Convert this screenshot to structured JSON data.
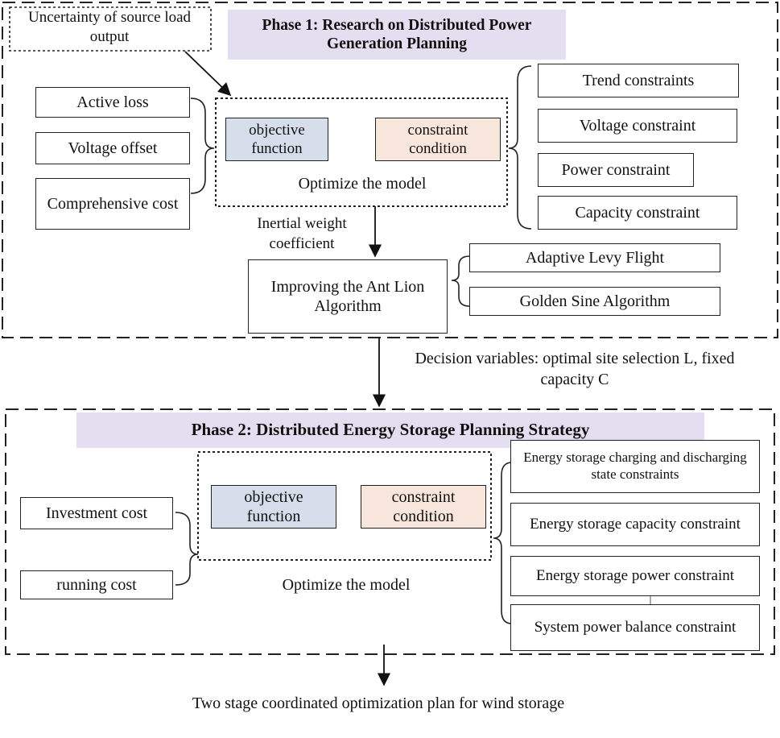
{
  "colors": {
    "phase_header_bg": "#e3dff0",
    "objective_fill": "#d5deea",
    "constraint_fill": "#f8e6dc",
    "stroke": "#222222"
  },
  "phase1": {
    "title": "Phase 1: Research on Distributed Power Generation Planning",
    "uncertainty": "Uncertainty of source load output",
    "objectives": {
      "active_loss": "Active loss",
      "voltage_offset": "Voltage offset",
      "comprehensive_cost": "Comprehensive cost"
    },
    "model": {
      "objective": "objective function",
      "constraint": "constraint condition",
      "label": "Optimize the model"
    },
    "constraints": {
      "trend": "Trend constraints",
      "voltage": "Voltage constraint",
      "power": "Power constraint",
      "capacity": "Capacity constraint"
    },
    "inertial_weight": "Inertial weight coefficient",
    "algorithm": "Improving the Ant Lion Algorithm",
    "strategies": {
      "levy": "Adaptive Levy Flight",
      "golden_sine": "Golden Sine Algorithm"
    }
  },
  "decision_variables": "Decision variables: optimal site selection L, fixed capacity C",
  "phase2": {
    "title": "Phase 2: Distributed Energy Storage Planning Strategy",
    "objectives": {
      "investment": "Investment cost",
      "running": "running cost"
    },
    "model": {
      "objective": "objective function",
      "constraint": "constraint condition",
      "label": "Optimize the model"
    },
    "constraints": {
      "charging_state": "Energy storage charging and discharging state constraints",
      "storage_capacity": "Energy storage capacity constraint",
      "storage_power": "Energy storage power constraint",
      "power_balance": "System power balance constraint"
    }
  },
  "result": "Two stage coordinated optimization plan for wind storage"
}
